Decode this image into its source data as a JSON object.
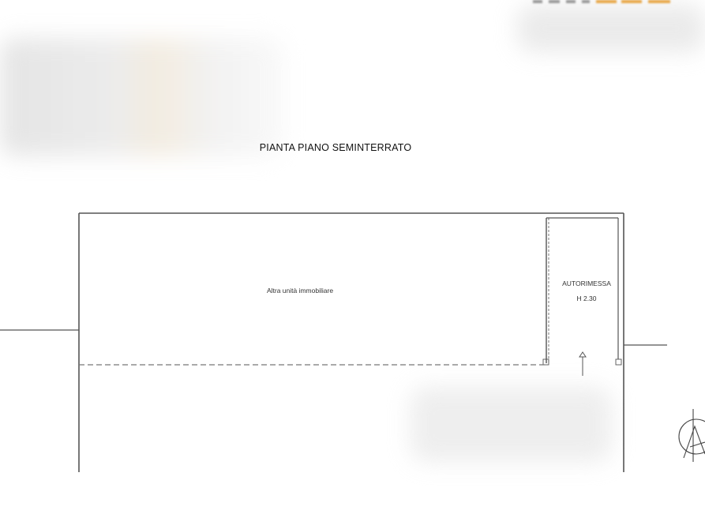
{
  "plan": {
    "title": "PIANTA PIANO SEMINTERRATO",
    "rooms": {
      "other_unit": "Altra unità immobiliare",
      "garage": "AUTORIMESSA",
      "garage_height": "H 2.30"
    }
  },
  "colors": {
    "wall": "#555555",
    "dashed_boundary": "#777777",
    "logo_accent": "#e8a84a",
    "redaction_blur": "#e2e2e2"
  },
  "icons": {
    "compass": "north-arrow-icon",
    "entrance": "entrance-arrow-icon"
  }
}
